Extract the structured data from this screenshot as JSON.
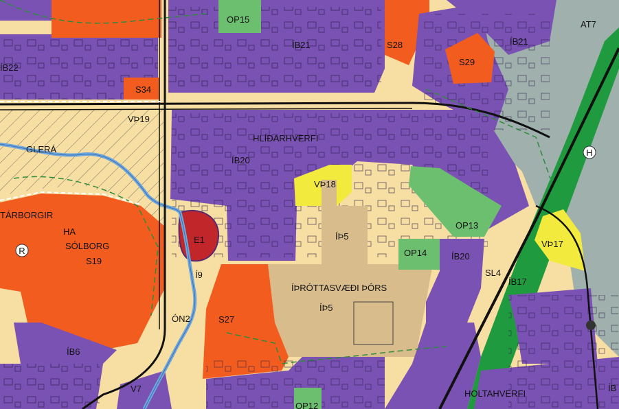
{
  "colors": {
    "residential": "#7a52b3",
    "commercial": "#f25d1f",
    "open_green": "#6dbf70",
    "service": "#f2ea3c",
    "sports": "#d9bc8c",
    "light_industry": "#9fb0ad",
    "hatched_area": "#f7dea2",
    "background": "#f7dea2",
    "road": "#111111",
    "green_corridor": "#1f9a3e",
    "river": "#6fa8dc",
    "red_zone": "#c0262a"
  },
  "labels": {
    "op15": "OP15",
    "ib21_a": "ÍB21",
    "ib21_b": "ÍB21",
    "s28": "S28",
    "s29": "S29",
    "at7": "AT7",
    "ib22": "ÍB22",
    "s34": "S34",
    "vth19": "VÞ19",
    "glera": "GLERÁ",
    "hlidarhverfi": "HLÍÐARHVERFI",
    "ib20_a": "ÍB20",
    "vth18": "VÞ18",
    "h_marker": "H",
    "arborgir": "TÁRBORGIR",
    "ha": "HA",
    "solborg": "SÓLBORG",
    "s19": "S19",
    "r_marker": "R",
    "e1": "E1",
    "ith5_a": "ÍÞ5",
    "op13": "OP13",
    "vth17": "VÞ17",
    "op14": "OP14",
    "ib20_b": "ÍB20",
    "sl4": "SL4",
    "ib17": "ÍB17",
    "i9": "Í9",
    "ithrottasvaedi": "ÍÞRÓTTASVÆÐI ÞÓRS",
    "ith5_b": "ÍÞ5",
    "on2": "ÓN2",
    "s27": "S27",
    "ib6": "ÍB6",
    "v7": "V7",
    "op12": "OP12",
    "holtahverfi": "HOLTAHVERFI",
    "ib_edge": "ÍB"
  },
  "icons": {
    "h_marker": "circle-h-icon",
    "r_marker": "circle-r-icon",
    "dot_marker": "black-dot-icon"
  }
}
